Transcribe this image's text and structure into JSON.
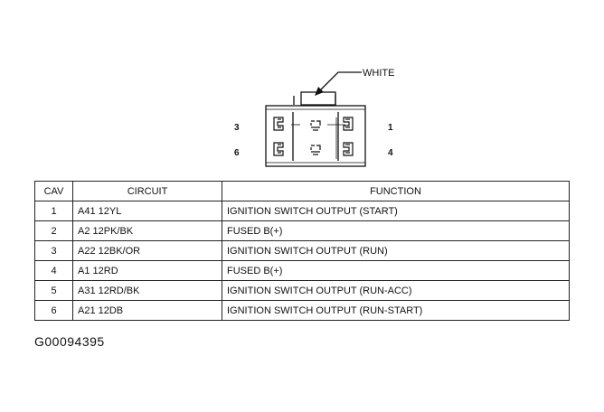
{
  "diagram": {
    "wire_label": "WHITE",
    "cavity_labels": [
      "3",
      "1",
      "6",
      "4"
    ]
  },
  "table": {
    "headers": [
      "CAV",
      "CIRCUIT",
      "FUNCTION"
    ],
    "rows": [
      {
        "cav": "1",
        "circuit": "A41 12YL",
        "function": "IGNITION SWITCH OUTPUT (START)"
      },
      {
        "cav": "2",
        "circuit": "A2 12PK/BK",
        "function": "FUSED B(+)"
      },
      {
        "cav": "3",
        "circuit": "A22 12BK/OR",
        "function": "IGNITION SWITCH OUTPUT (RUN)"
      },
      {
        "cav": "4",
        "circuit": "A1 12RD",
        "function": "FUSED B(+)"
      },
      {
        "cav": "5",
        "circuit": "A31 12RD/BK",
        "function": "IGNITION SWITCH OUTPUT (RUN-ACC)"
      },
      {
        "cav": "6",
        "circuit": "A21 12DB",
        "function": "IGNITION SWITCH OUTPUT (RUN-START)"
      }
    ]
  },
  "figure_code": "G00094395"
}
